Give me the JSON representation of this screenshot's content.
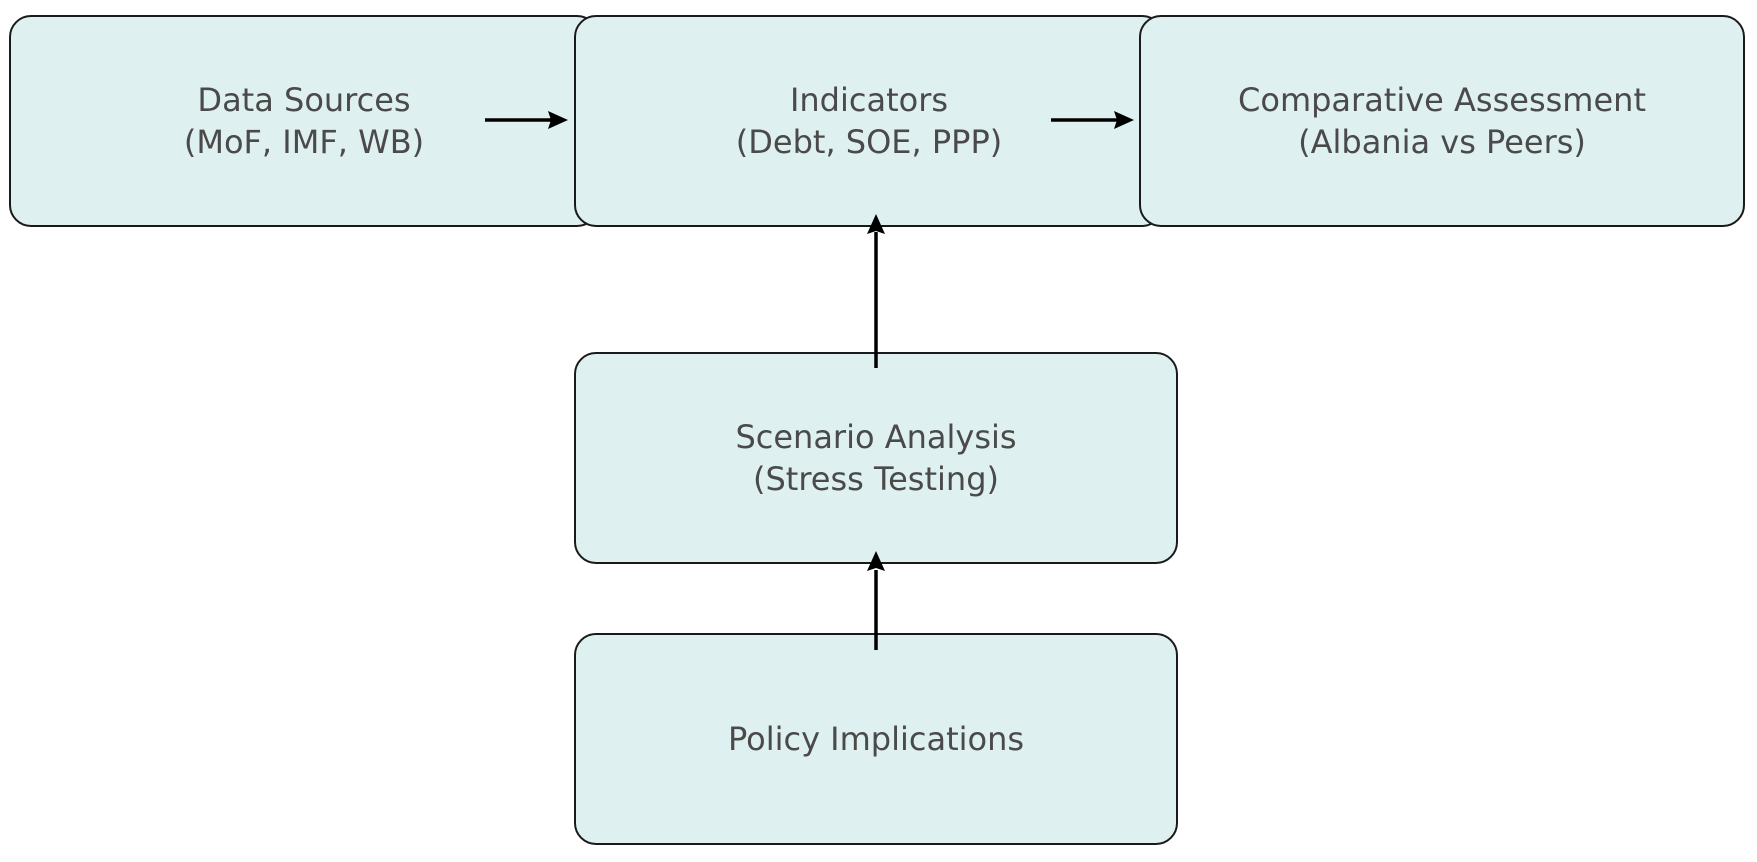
{
  "nodes": {
    "data_sources": {
      "line1": "Data Sources",
      "line2": "(MoF, IMF, WB)"
    },
    "indicators": {
      "line1": "Indicators",
      "line2": "(Debt, SOE, PPP)"
    },
    "comparative_assessment": {
      "line1": "Comparative Assessment",
      "line2": "(Albania vs Peers)"
    },
    "scenario_analysis": {
      "line1": "Scenario Analysis",
      "line2": "(Stress Testing)"
    },
    "policy_implications": {
      "line1": "Policy Implications"
    }
  },
  "edges": [
    {
      "from": "data_sources",
      "to": "indicators"
    },
    {
      "from": "indicators",
      "to": "comparative_assessment"
    },
    {
      "from": "scenario_analysis",
      "to": "indicators"
    },
    {
      "from": "policy_implications",
      "to": "scenario_analysis"
    }
  ],
  "colors": {
    "node_fill": "#dff0f0",
    "node_border": "#1a1a1a",
    "node_text": "#4a4a4a",
    "arrow": "#000000"
  }
}
